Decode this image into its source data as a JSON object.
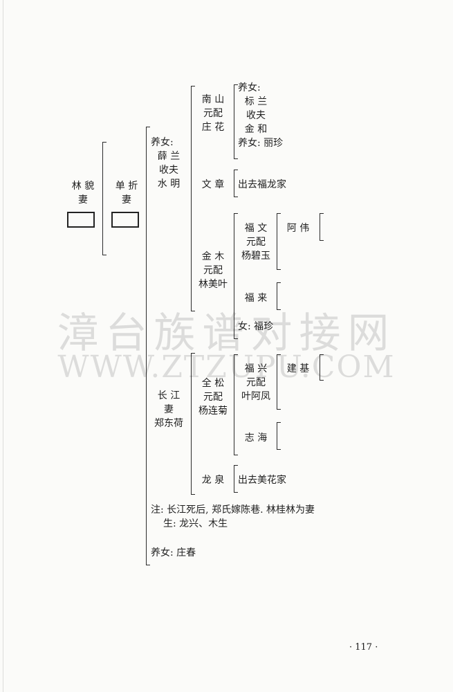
{
  "gen1": {
    "name": "林 貌",
    "spouse": "妻"
  },
  "gen2": {
    "name": "单 折",
    "spouse": "妻"
  },
  "branch_a": {
    "line1": "养女:",
    "line2": "薛 兰",
    "line3": "收夫",
    "line4": "水 明"
  },
  "nanshan": {
    "line1": "南 山",
    "line2": "元配",
    "line3": "庄 花"
  },
  "nanshan_children": {
    "line1": "养女:",
    "line2": "标 兰",
    "line3": "收夫",
    "line4": "金 和",
    "line5": "养女: 丽珍"
  },
  "wenzhang": {
    "name": "文 章",
    "note": "出去福龙家"
  },
  "jinmu": {
    "line1": "金 木",
    "line2": "元配",
    "line3": "林美叶"
  },
  "fuwen": {
    "line1": "福 文",
    "line2": "元配",
    "line3": "杨碧玉"
  },
  "awei": {
    "name": "阿 伟"
  },
  "fulai": {
    "name": "福 来"
  },
  "fuzhen": {
    "text": "女: 福珍"
  },
  "changjiang": {
    "line1": "长 江",
    "line2": "妻",
    "line3": "郑东荷"
  },
  "quansong": {
    "line1": "全 松",
    "line2": "元配",
    "line3": "杨连菊"
  },
  "fuxing": {
    "line1": "福 兴",
    "line2": "元配",
    "line3": "叶阿凤"
  },
  "jianji": {
    "name": "建 基"
  },
  "zhihai": {
    "name": "志 海"
  },
  "longquan": {
    "name": "龙 泉",
    "note": "出去美花家"
  },
  "note": {
    "line1": "注: 长江死后, 郑氏嫁陈巷. 林桂林为妻",
    "line2": "生: 龙兴、木生"
  },
  "adopted": {
    "text": "养女: 庄春"
  },
  "watermark": {
    "cn": "漳台族谱对接网",
    "url": "WWW.ZTZUPU.COM"
  },
  "page_number": "· 117 ·"
}
